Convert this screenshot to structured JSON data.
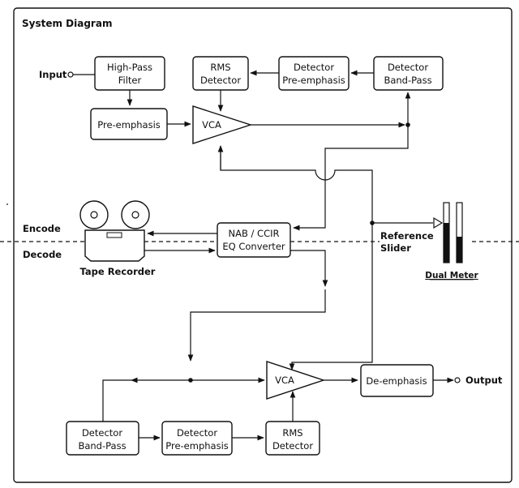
{
  "title": "System Diagram",
  "labels": {
    "input": "Input",
    "output": "Output",
    "encode": "Encode",
    "decode": "Decode",
    "tape_recorder": "Tape Recorder",
    "reference_line1": "Reference",
    "reference_line2": "Slider",
    "dual_meter": "Dual Meter"
  },
  "encoder": {
    "high_pass": [
      "High-Pass",
      "Filter"
    ],
    "pre_emphasis": "Pre-emphasis",
    "vca": "VCA",
    "rms_detector": [
      "RMS",
      "Detector"
    ],
    "detector_pre_emphasis": [
      "Detector",
      "Pre-emphasis"
    ],
    "detector_band_pass": [
      "Detector",
      "Band-Pass"
    ]
  },
  "eq_converter": [
    "NAB / CCIR",
    "EQ Converter"
  ],
  "decoder": {
    "vca": "VCA",
    "de_emphasis": "De-emphasis",
    "detector_band_pass": [
      "Detector",
      "Band-Pass"
    ],
    "detector_pre_emphasis": [
      "Detector",
      "Pre-emphasis"
    ],
    "rms_detector": [
      "RMS",
      "Detector"
    ]
  }
}
